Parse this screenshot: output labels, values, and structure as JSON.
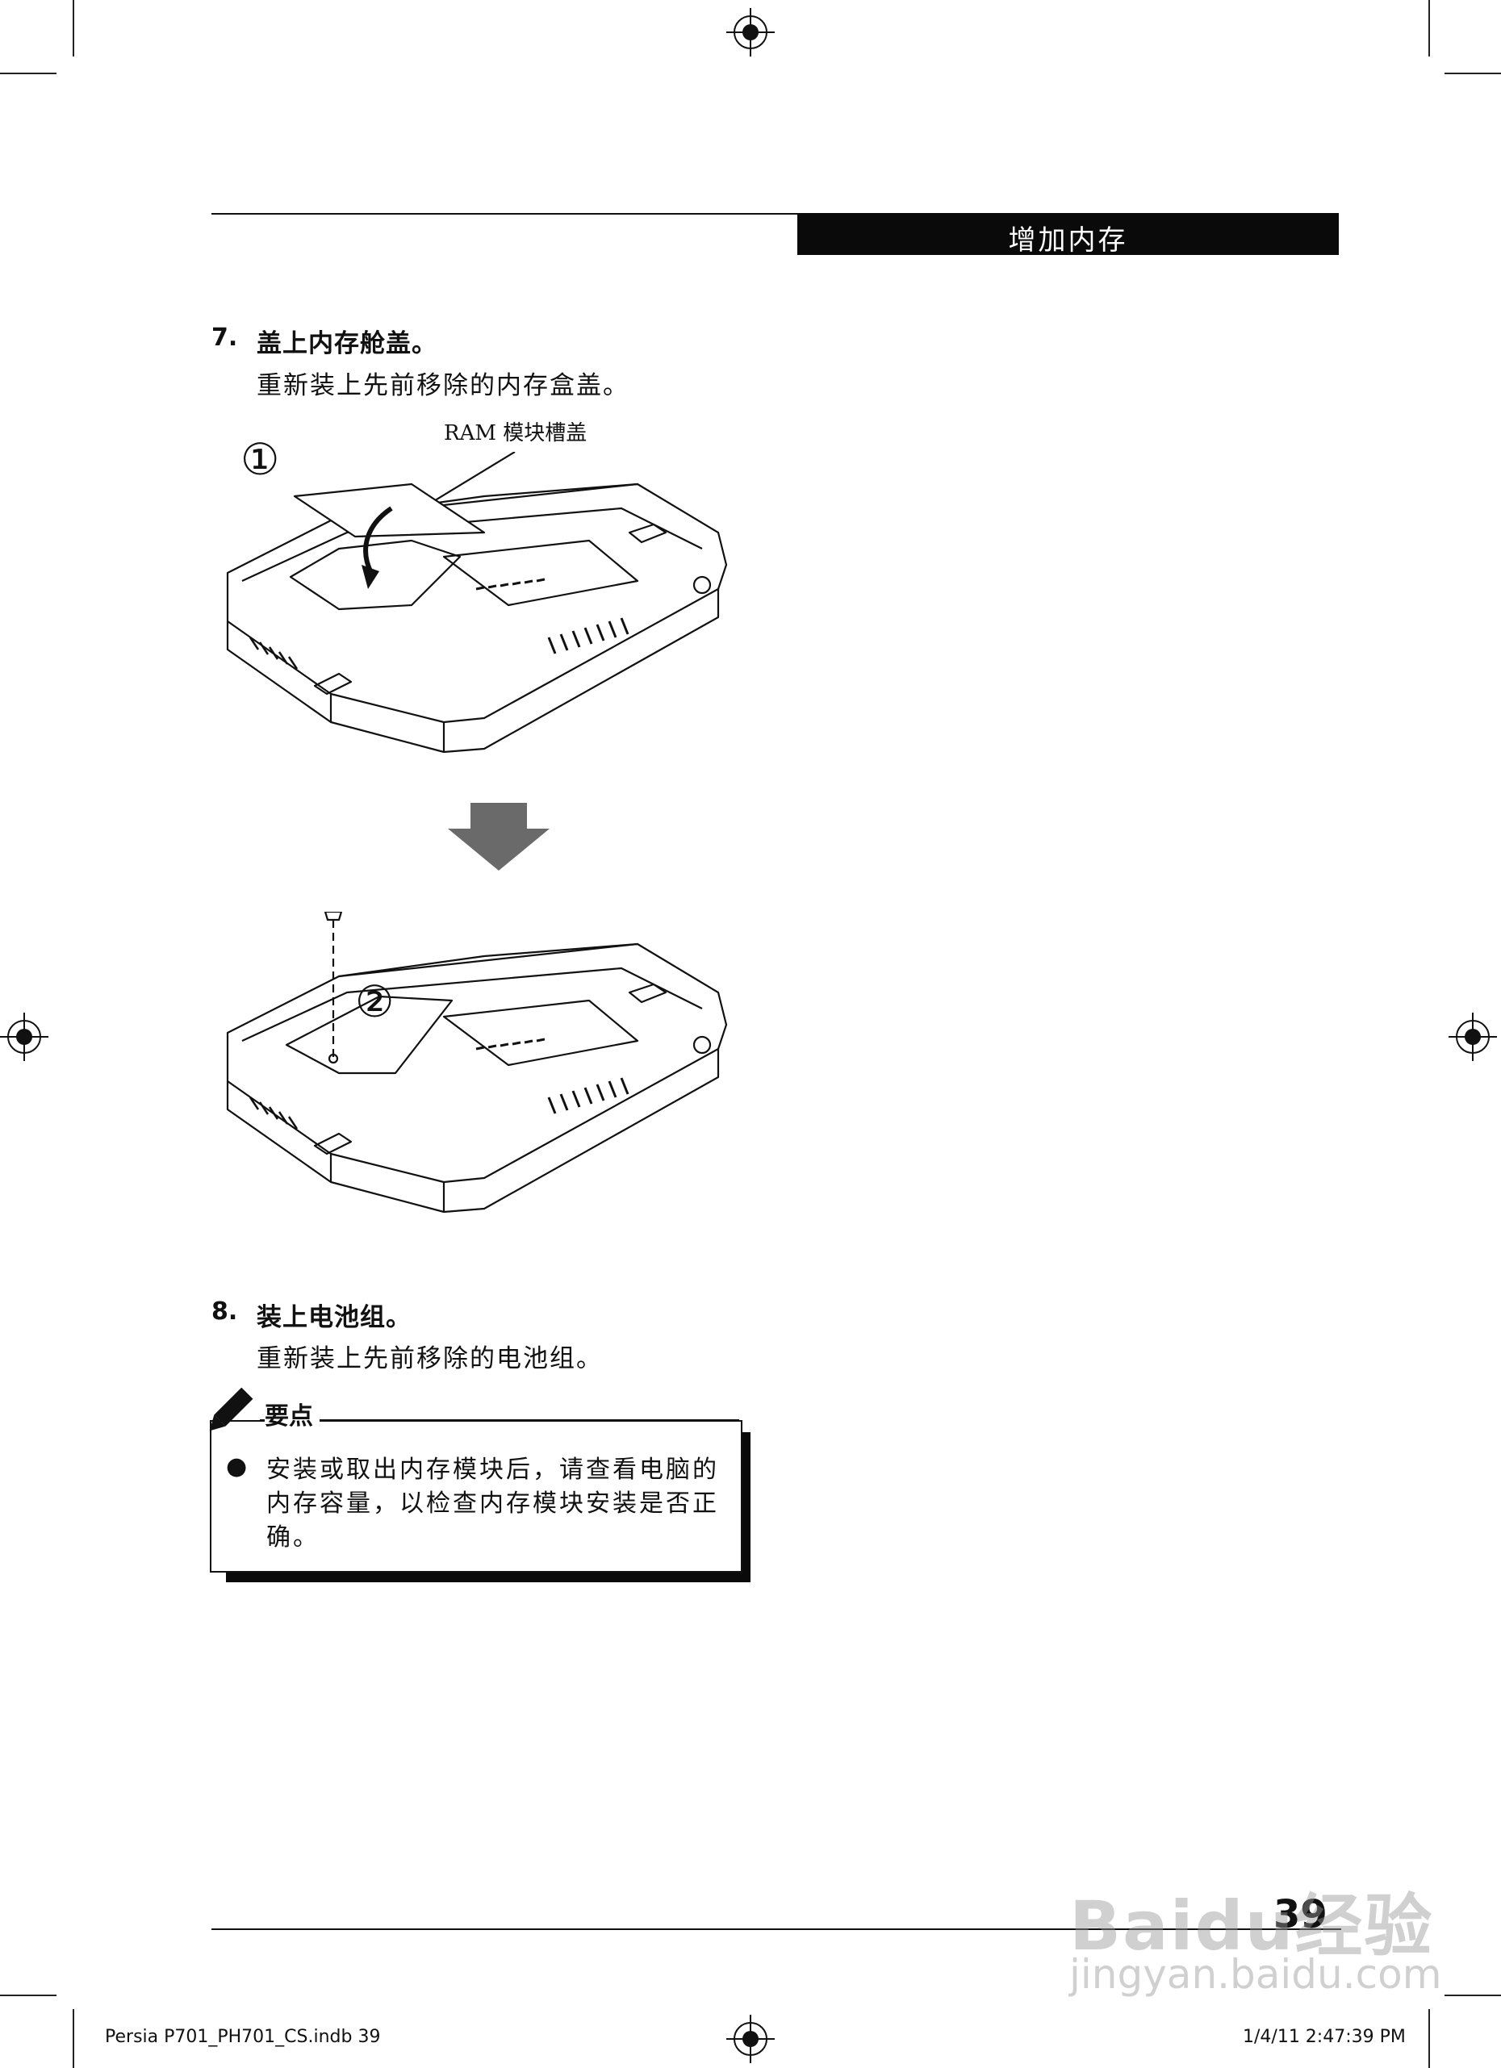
{
  "header": {
    "section_title": "增加内存"
  },
  "steps": [
    {
      "number": "7.",
      "title": "盖上内存舱盖。",
      "body": "重新装上先前移除的内存盒盖。"
    },
    {
      "number": "8.",
      "title": "装上电池组。",
      "body": "重新装上先前移除的电池组。"
    }
  ],
  "figure": {
    "callout_label": "RAM 模块槽盖",
    "marker_1": "①",
    "marker_2": "②"
  },
  "tip": {
    "title": "要点",
    "bullet": "●",
    "lines": [
      "安装或取出内存模块后，请查看电脑的",
      "内存容量，以检查内存模块安装是否正",
      "确。"
    ]
  },
  "page_number": "39",
  "footer": {
    "filename": "Persia P701_PH701_CS.indb   39",
    "timestamp": "1/4/11   2:47:39 PM"
  },
  "watermark": {
    "brand": "Baidu经验",
    "url": "jingyan.baidu.com"
  }
}
